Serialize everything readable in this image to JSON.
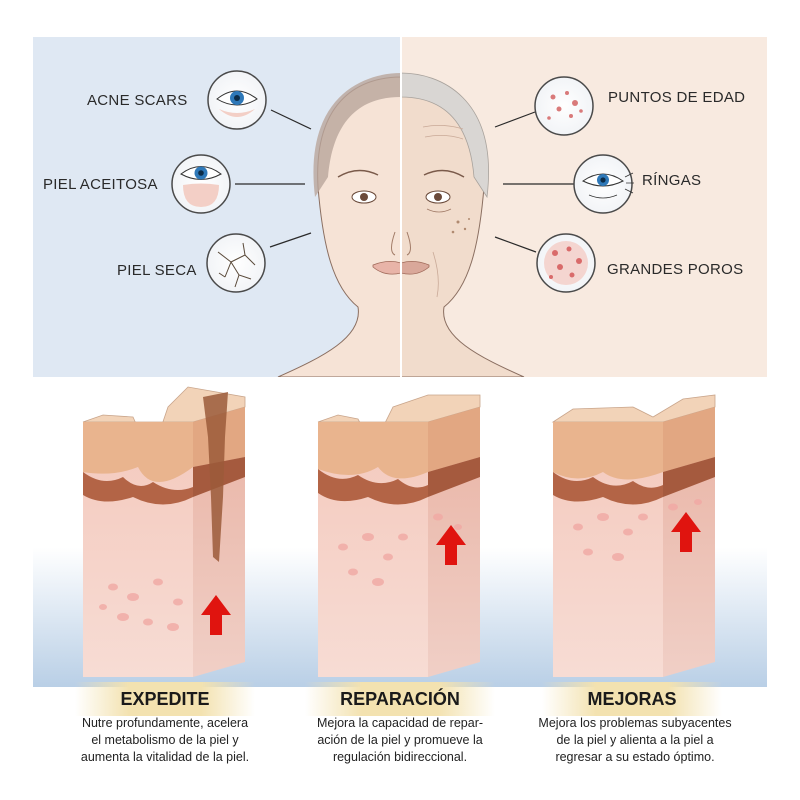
{
  "problems_left": [
    {
      "label": "ACNE SCARS",
      "icon": "eye-scar-icon"
    },
    {
      "label": "PIEL ACEITOSA",
      "icon": "eye-oily-icon"
    },
    {
      "label": "PIEL SECA",
      "icon": "dry-skin-icon"
    }
  ],
  "problems_right": [
    {
      "label": "PUNTOS DE EDAD",
      "icon": "age-spots-icon"
    },
    {
      "label": "RÍNGAS",
      "icon": "wrinkle-eye-icon"
    },
    {
      "label": "GRANDES POROS",
      "icon": "pores-icon"
    }
  ],
  "steps": [
    {
      "title": "EXPEDITE",
      "lines": [
        "Nutre profundamente, acelera",
        "el metabolismo de la piel y",
        "aumenta la vitalidad de la piel."
      ]
    },
    {
      "title": "REPARACIÓN",
      "lines": [
        "Mejora la capacidad de repar-",
        "ación de la piel y promueve la",
        "regulación bidireccional."
      ]
    },
    {
      "title": "MEJORAS",
      "lines": [
        "Mejora los problemas subyacentes",
        "de la piel y alienta a la piel a",
        "regresar a su estado óptimo."
      ]
    }
  ],
  "colors": {
    "left_bg": "#dfe8f3",
    "right_bg": "#f8eae0",
    "arrow": "#e0140f",
    "title_band": "#f3e2b0"
  }
}
